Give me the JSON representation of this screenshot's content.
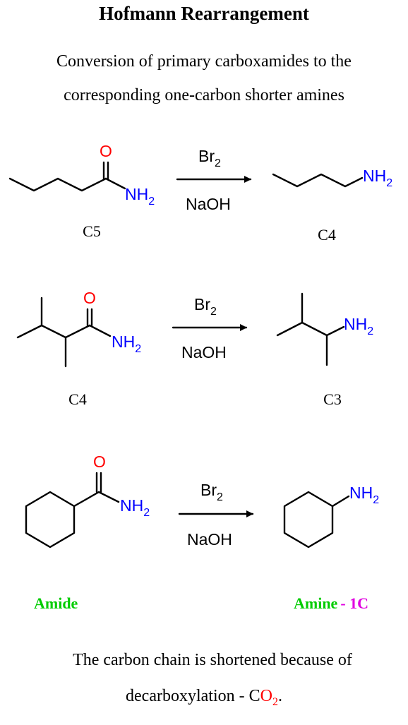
{
  "title": "Hofmann Rearrangement",
  "subtitle_line1": "Conversion of primary carboxamides to the",
  "subtitle_line2": "corresponding one-carbon shorter amines",
  "atoms": {
    "oxygen": "O",
    "amine_N": "NH",
    "sub2": "2"
  },
  "reagents": {
    "bromine": "Br",
    "bromine_sub": "2",
    "base": "NaOH"
  },
  "colors": {
    "oxygen": "#ff0000",
    "nitrogen": "#0000ff",
    "amide_label": "#00cc00",
    "minus_label": "#e000e0",
    "co2_red": "#ff0000"
  },
  "reactions": [
    {
      "reactant_count": "C5",
      "product_count": "C4"
    },
    {
      "reactant_count": "C4",
      "product_count": "C3"
    },
    {
      "reactant_count": "",
      "product_count": ""
    }
  ],
  "labels": {
    "amide": "Amide",
    "amine": "Amine",
    "minus": "- 1C"
  },
  "footer": {
    "line1": "The carbon chain is shortened because of",
    "line2_prefix": "decarboxylation - ",
    "co2_c": "C",
    "co2_o": "O",
    "co2_sub": "2",
    "period": "."
  }
}
